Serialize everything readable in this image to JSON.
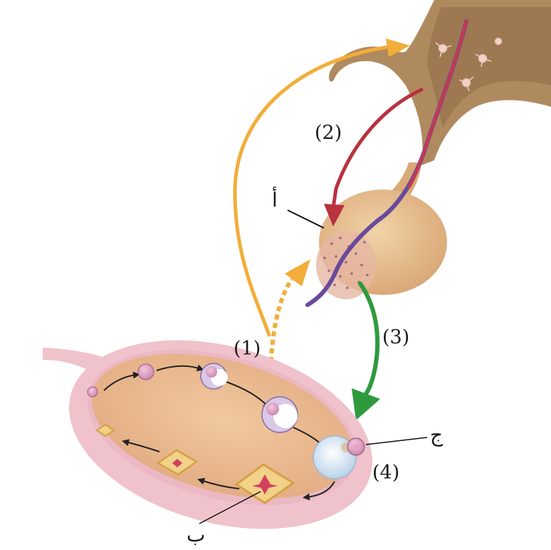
{
  "labels": {
    "step_1": "(1)",
    "step_2": "(2)",
    "step_3": "(3)",
    "step_4": "(4)",
    "label_a": "أ",
    "label_b": "ب",
    "label_c": "ج"
  },
  "colors": {
    "hypothalamus": "#b08a5f",
    "pituitary": "#e2b98a",
    "ovary_outer": "#f0c2cc",
    "ovary_inner": "#ebb98f",
    "arrow_yellow": "#f2ad3a",
    "arrow_red": "#b8323f",
    "arrow_green": "#2e9a3d",
    "vessel_purple": "#6a4a9c"
  }
}
